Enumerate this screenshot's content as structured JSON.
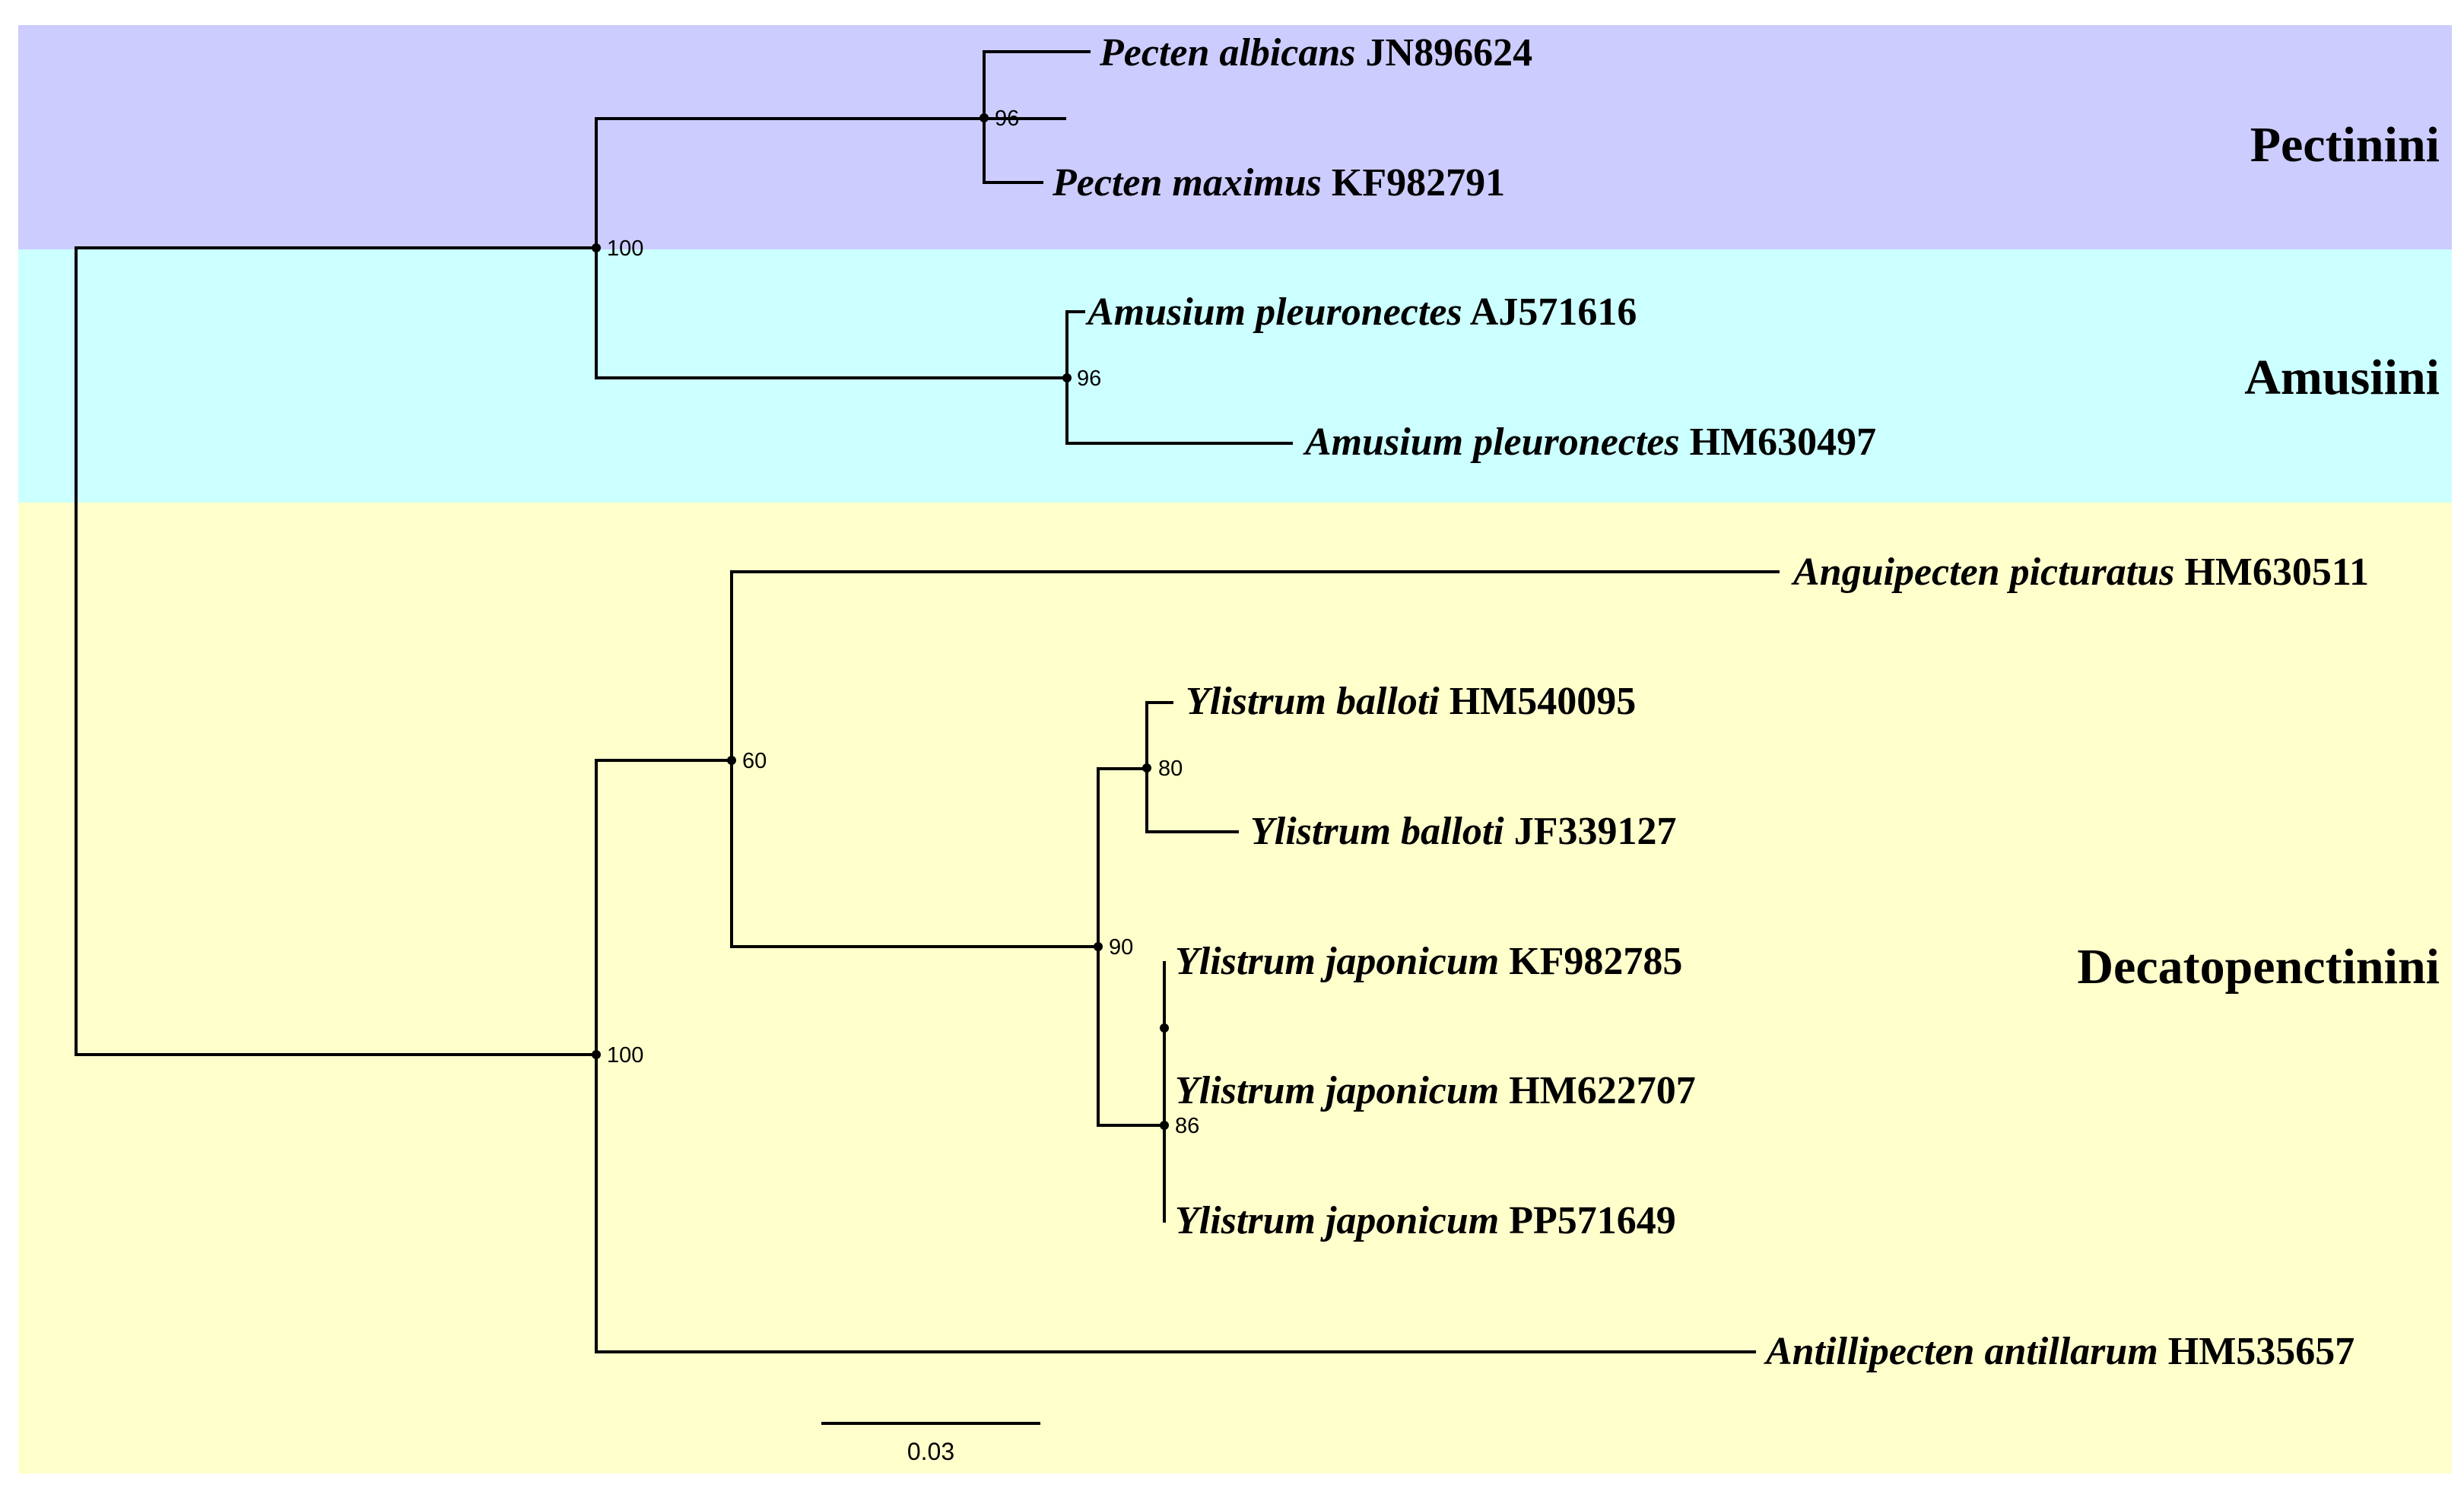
{
  "clades": [
    {
      "id": "pectinini",
      "label": "Pectinini",
      "color": "#ccccff"
    },
    {
      "id": "amusiini",
      "label": "Amusiini",
      "color": "#ccffff"
    },
    {
      "id": "decatopenctinini",
      "label": "Decatopenctinini",
      "color": "#ffffcc"
    }
  ],
  "taxa": [
    {
      "species": "Pecten albicans",
      "accession": "JN896624"
    },
    {
      "species": "Pecten maximus",
      "accession": "KF982791"
    },
    {
      "species": "Amusium pleuronectes",
      "accession": "AJ571616"
    },
    {
      "species": "Amusium pleuronectes",
      "accession": "HM630497"
    },
    {
      "species": "Anguipecten picturatus",
      "accession": "HM630511"
    },
    {
      "species": "Ylistrum balloti",
      "accession": "HM540095"
    },
    {
      "species": "Ylistrum balloti",
      "accession": "JF339127"
    },
    {
      "species": "Ylistrum japonicum",
      "accession": "KF982785"
    },
    {
      "species": "Ylistrum japonicum",
      "accession": "HM622707"
    },
    {
      "species": "Ylistrum japonicum",
      "accession": "PP571649"
    },
    {
      "species": "Antillipecten antillarum",
      "accession": "HM535657"
    }
  ],
  "support_values": {
    "pecten": "96",
    "pectinini_amusiini": "100",
    "amusium": "96",
    "decatopenctinini": "100",
    "anguipecten_ylistrum": "60",
    "ylistrum": "90",
    "ylistrum_balloti": "80",
    "ylistrum_japonicum": "86"
  },
  "scale_bar": {
    "label": "0.03",
    "value": 0.03
  }
}
